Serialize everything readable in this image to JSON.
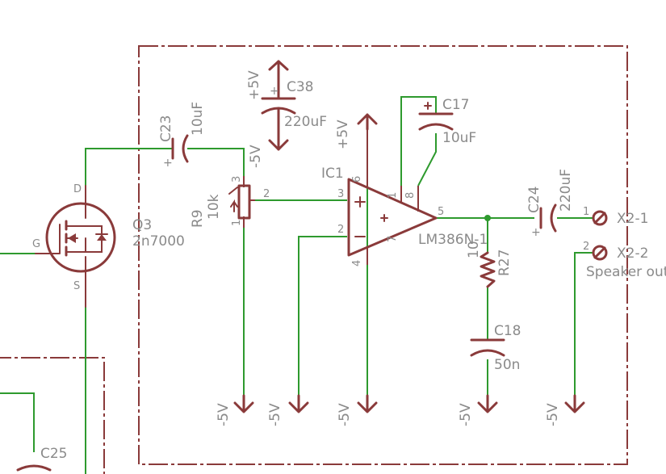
{
  "components": {
    "c38": {
      "name": "C38",
      "value": "220uF",
      "supply": "+5V",
      "gnd": "-5V"
    },
    "c23": {
      "name": "C23",
      "value": "10uF",
      "net": "-5V"
    },
    "c17": {
      "name": "C17",
      "value": "10uF"
    },
    "c24": {
      "name": "C24",
      "value": "220uF"
    },
    "c18": {
      "name": "C18",
      "value": "50n"
    },
    "c25": {
      "name": "C25"
    },
    "r9": {
      "name": "R9",
      "value": "10k",
      "pins": [
        "1",
        "2",
        "3"
      ]
    },
    "r27": {
      "name": "R27",
      "value": "10"
    },
    "ic1": {
      "name": "IC1",
      "part": "LM386N-1",
      "supply": "+5V",
      "pins": {
        "in_plus": "3",
        "in_minus": "2",
        "out": "5",
        "vs": "6",
        "gnd": "4",
        "gain1": "1",
        "gain8": "8",
        "bypass": "7"
      }
    },
    "q3": {
      "name": "Q3",
      "part": "2n7000",
      "d": "D",
      "g": "G",
      "s": "S"
    },
    "x2": {
      "pin1_label": "X2-1",
      "pin2_label": "X2-2",
      "pin1": "1",
      "pin2": "2",
      "caption": "Speaker out"
    }
  },
  "grounds": {
    "label": "-5V"
  }
}
